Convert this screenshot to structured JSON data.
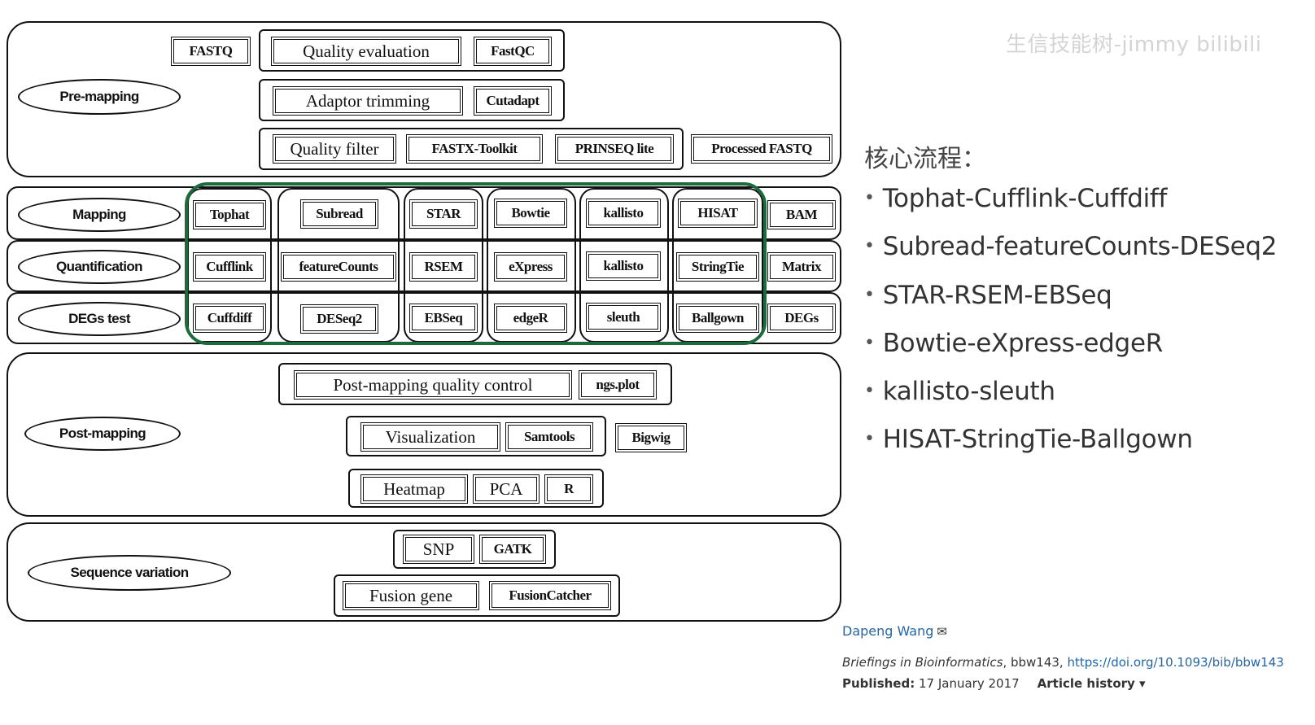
{
  "diagram": {
    "stages": {
      "pre_mapping": "Pre-mapping",
      "mapping": "Mapping",
      "quantification": "Quantification",
      "degs_test": "DEGs test",
      "post_mapping": "Post-mapping",
      "sequence_variation": "Sequence variation"
    },
    "pre": {
      "fastq": "FASTQ",
      "quality_evaluation": "Quality evaluation",
      "fastqc": "FastQC",
      "adaptor_trimming": "Adaptor trimming",
      "cutadapt": "Cutadapt",
      "quality_filter": "Quality filter",
      "fastx_toolkit": "FASTX-Toolkit",
      "prinseq_lite": "PRINSEQ lite",
      "processed_fastq": "Processed FASTQ"
    },
    "mapping_tools": [
      "Tophat",
      "Subread",
      "STAR",
      "Bowtie",
      "kallisto",
      "HISAT"
    ],
    "mapping_output": "BAM",
    "quant_tools": [
      "Cufflink",
      "featureCounts",
      "RSEM",
      "eXpress",
      "kallisto",
      "StringTie"
    ],
    "quant_output": "Matrix",
    "deg_tools": [
      "Cuffdiff",
      "DESeq2",
      "EBSeq",
      "edgeR",
      "sleuth",
      "Ballgown"
    ],
    "deg_output": "DEGs",
    "post": {
      "post_mapping_qc": "Post-mapping quality control",
      "ngs_plot": "ngs.plot",
      "visualization": "Visualization",
      "samtools": "Samtools",
      "bigwig": "Bigwig",
      "heatmap": "Heatmap",
      "pca": "PCA",
      "r": "R"
    },
    "seqvar": {
      "snp": "SNP",
      "gatk": "GATK",
      "fusion_gene": "Fusion gene",
      "fusioncatcher": "FusionCatcher"
    },
    "highlight_color": "#1d6a3c"
  },
  "watermark": "生信技能树-jimmy bilibili",
  "core_title": "核心流程：",
  "pipelines": [
    "Tophat-Cufflink-Cuffdiff",
    "Subread-featureCounts-DESeq2",
    "STAR-RSEM-EBSeq",
    "Bowtie-eXpress-edgeR",
    "kallisto-sleuth",
    "HISAT-StringTie-Ballgown"
  ],
  "citation": {
    "author": "Dapeng Wang",
    "journal": "Briefings in Bioinformatics",
    "article_id": ", bbw143, ",
    "doi": "https://doi.org/10.1093/bib/bbw143",
    "published_label": "Published:",
    "published_date": "17 January 2017",
    "history": "Article history ▾"
  }
}
